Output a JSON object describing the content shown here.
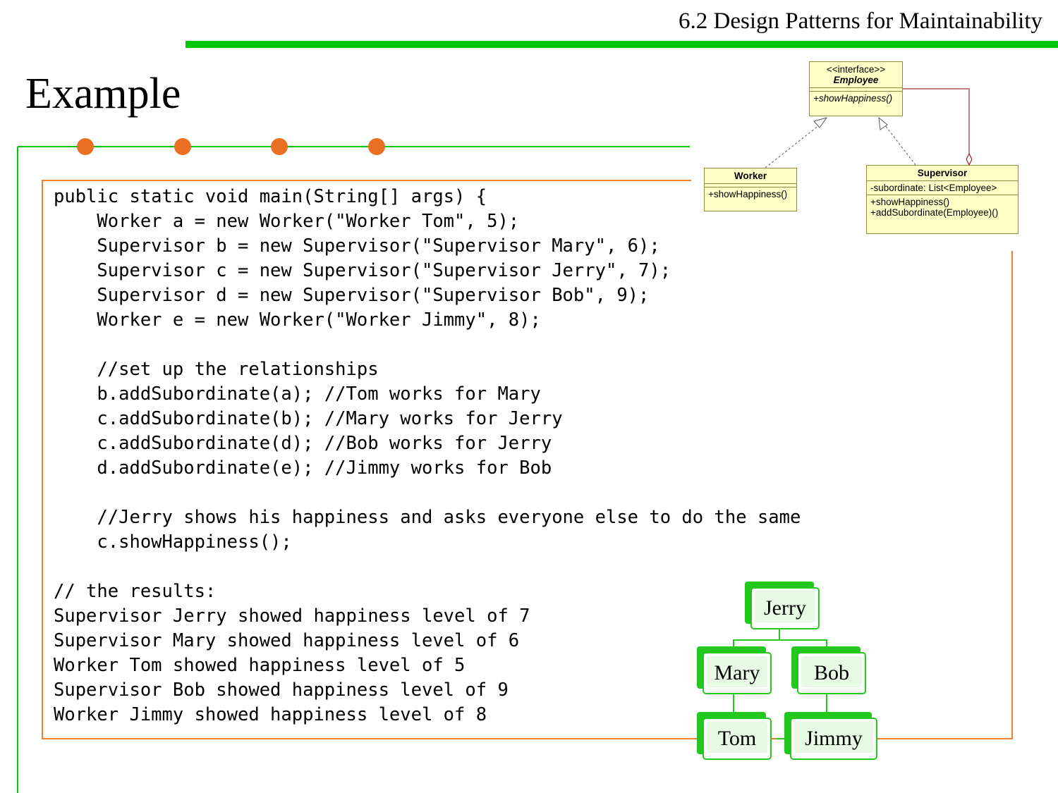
{
  "header": {
    "title": "6.2 Design Patterns for Maintainability"
  },
  "slide": {
    "title": "Example"
  },
  "colors": {
    "accent_green": "#00c800",
    "border_orange": "#f08030",
    "bullet_orange": "#e87020",
    "uml_fill": "#ffffc8",
    "org_green": "#22c81e"
  },
  "code_lines": [
    "public static void main(String[] args) {",
    "    Worker a = new Worker(\"Worker Tom\", 5);",
    "    Supervisor b = new Supervisor(\"Supervisor Mary\", 6);",
    "    Supervisor c = new Supervisor(\"Supervisor Jerry\", 7);",
    "    Supervisor d = new Supervisor(\"Supervisor Bob\", 9);",
    "    Worker e = new Worker(\"Worker Jimmy\", 8);",
    "",
    "    //set up the relationships",
    "    b.addSubordinate(a); //Tom works for Mary",
    "    c.addSubordinate(b); //Mary works for Jerry",
    "    c.addSubordinate(d); //Bob works for Jerry",
    "    d.addSubordinate(e); //Jimmy works for Bob",
    "",
    "    //Jerry shows his happiness and asks everyone else to do the same",
    "    c.showHappiness();",
    "",
    "// the results:",
    "Supervisor Jerry showed happiness level of 7",
    "Supervisor Mary showed happiness level of 6",
    "Worker Tom showed happiness level of 5",
    "Supervisor Bob showed happiness level of 9",
    "Worker Jimmy showed happiness level of 8"
  ],
  "uml": {
    "employee": {
      "stereotype": "<<interface>>",
      "name": "Employee",
      "method": "+showHappiness()"
    },
    "worker": {
      "name": "Worker",
      "method": "+showHappiness()"
    },
    "supervisor": {
      "name": "Supervisor",
      "attribute": "-subordinate: List<Employee>",
      "methods": [
        "+showHappiness()",
        "+addSubordinate(Employee)()"
      ]
    }
  },
  "org_chart": {
    "nodes": [
      "Jerry",
      "Mary",
      "Bob",
      "Tom",
      "Jimmy"
    ]
  }
}
